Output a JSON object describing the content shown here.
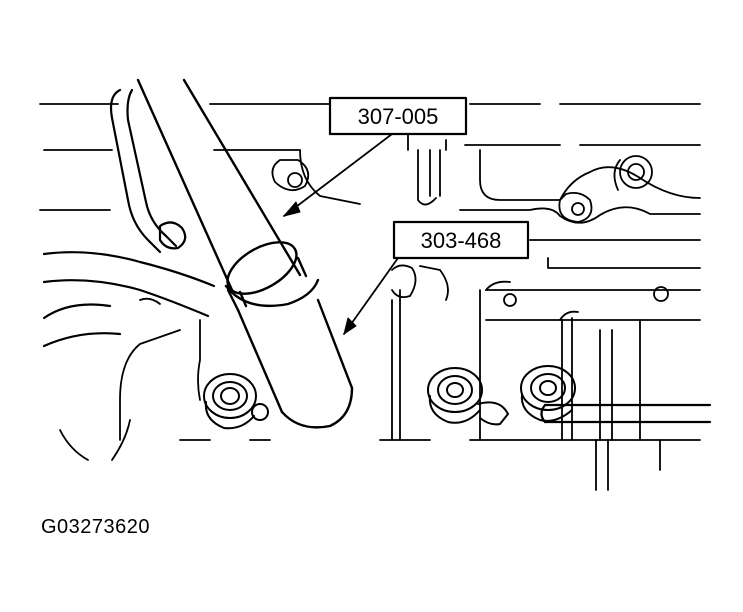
{
  "callouts": [
    {
      "label": "307-005"
    },
    {
      "label": "303-468"
    }
  ],
  "figure_id": "G03273620",
  "colors": {
    "line": "#000000",
    "background": "#ffffff"
  }
}
